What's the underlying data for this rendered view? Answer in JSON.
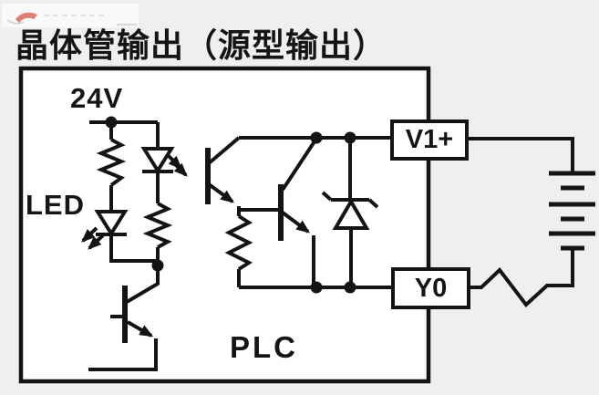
{
  "title": "晶体管输出（源型输出）",
  "diagram": {
    "supply_label": "24V",
    "led_label": "LED",
    "plc_label": "PLC",
    "terminals": [
      {
        "label": "V1+"
      },
      {
        "label": "Y0"
      }
    ]
  },
  "colors": {
    "background": "#eef0ed",
    "panel": "#ffffff",
    "line": "#141414",
    "watermark_red": "#d42b1e"
  }
}
